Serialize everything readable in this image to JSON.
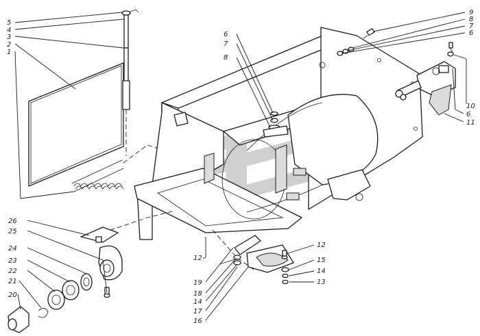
{
  "diagram": {
    "watermark_color": "#a9a9a9",
    "labels": {
      "l5a": "5",
      "l4a": "4",
      "l3a": "3",
      "l2a": "2",
      "l1a": "1",
      "l6a": "6",
      "l7a": "7",
      "l8a": "8",
      "l9b": "9",
      "l8b": "8",
      "l7b": "7",
      "l6b": "6",
      "l10": "10",
      "l6c": "6",
      "l11": "11",
      "l26": "26",
      "l25": "25",
      "l24": "24",
      "l23": "23",
      "l21": "21",
      "l22": "22",
      "l20": "20",
      "l12a": "12",
      "l19": "19",
      "l18": "18",
      "l14a": "14",
      "l17": "17",
      "l16": "16",
      "l12b": "12",
      "l15": "15",
      "l14b": "14",
      "l13": "13"
    }
  }
}
